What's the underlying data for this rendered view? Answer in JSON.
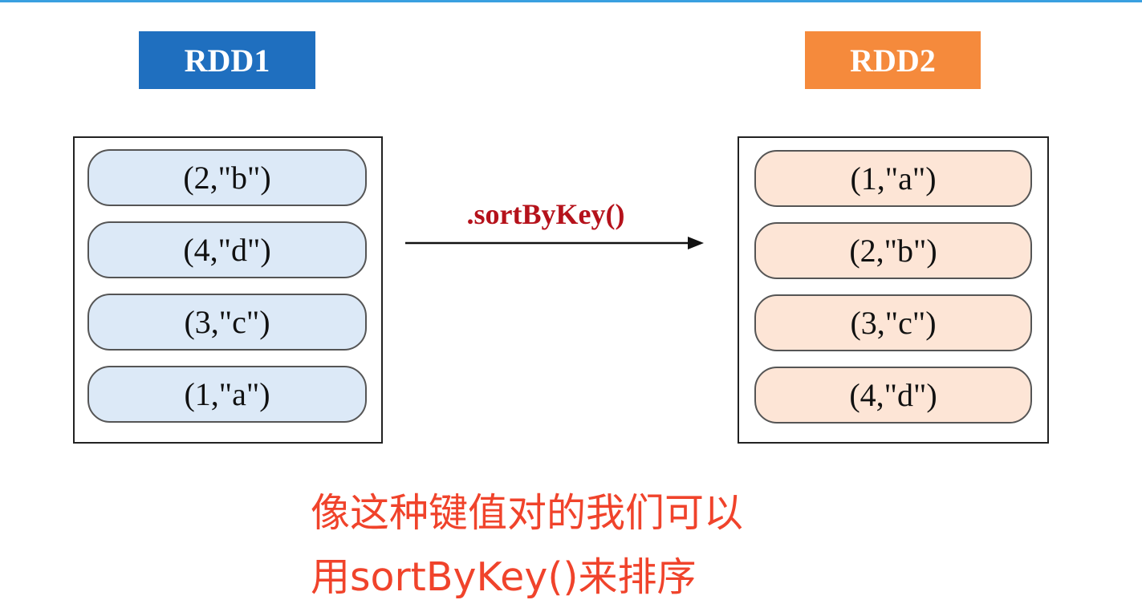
{
  "rdd1": {
    "title": "RDD1",
    "items": [
      "(2,\"b\")",
      "(4,\"d\")",
      "(3,\"c\")",
      "(1,\"a\")"
    ]
  },
  "rdd2": {
    "title": "RDD2",
    "items": [
      "(1,\"a\")",
      "(2,\"b\")",
      "(3,\"c\")",
      "(4,\"d\")"
    ]
  },
  "operation": ".sortByKey()",
  "caption": {
    "line1": "像这种键值对的我们可以",
    "line2": "用sortByKey()来排序"
  },
  "colors": {
    "rdd1_header": "#1f6fbf",
    "rdd2_header": "#f58a3c",
    "rdd1_item_fill": "#dce9f7",
    "rdd2_item_fill": "#fde5d6",
    "operation_text": "#b5121b",
    "caption_text": "#f0432b"
  }
}
